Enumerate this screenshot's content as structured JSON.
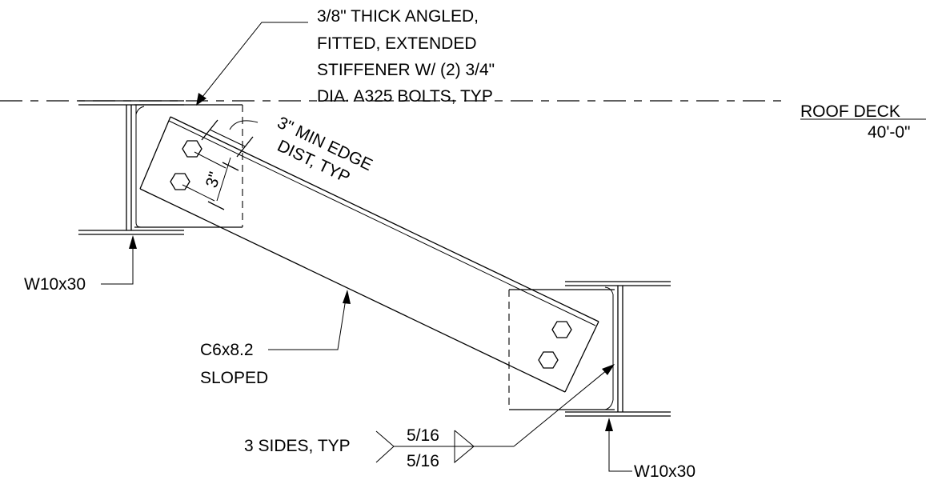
{
  "notes": {
    "stiffener": [
      "3/8\" THICK ANGLED,",
      "FITTED, EXTENDED",
      "STIFFENER W/ (2) 3/4\"",
      "DIA. A325 BOLTS, TYP"
    ],
    "edge_distance": [
      "3\" MIN EDGE",
      "DIST, TYP"
    ],
    "bolt_spacing": "3\"",
    "roof_deck": "ROOF DECK",
    "roof_elevation": "40'-0\"",
    "column_left": "W10x30",
    "column_right": "W10x30",
    "brace": [
      "C6x8.2",
      "SLOPED"
    ],
    "weld_note": "3 SIDES, TYP",
    "weld_size_top": "5/16",
    "weld_size_bottom": "5/16"
  },
  "colors": {
    "line": "#000000",
    "background": "#ffffff"
  }
}
